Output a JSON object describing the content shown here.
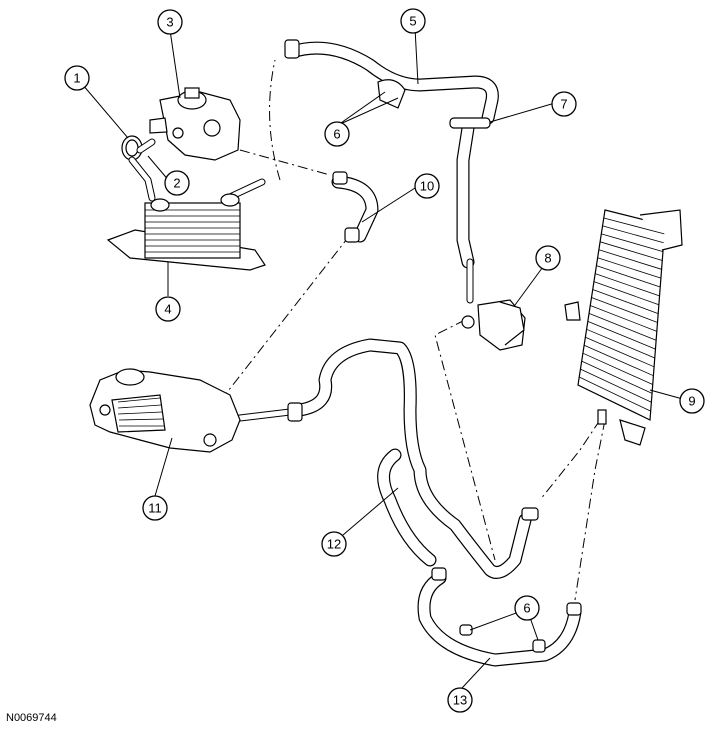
{
  "figure_id": "N0069744",
  "callouts": [
    {
      "label": "1"
    },
    {
      "label": "2"
    },
    {
      "label": "3"
    },
    {
      "label": "4"
    },
    {
      "label": "5"
    },
    {
      "label": "6"
    },
    {
      "label": "7"
    },
    {
      "label": "8"
    },
    {
      "label": "9"
    },
    {
      "label": "10"
    },
    {
      "label": "11"
    },
    {
      "label": "12"
    },
    {
      "label": "6"
    },
    {
      "label": "13"
    }
  ]
}
